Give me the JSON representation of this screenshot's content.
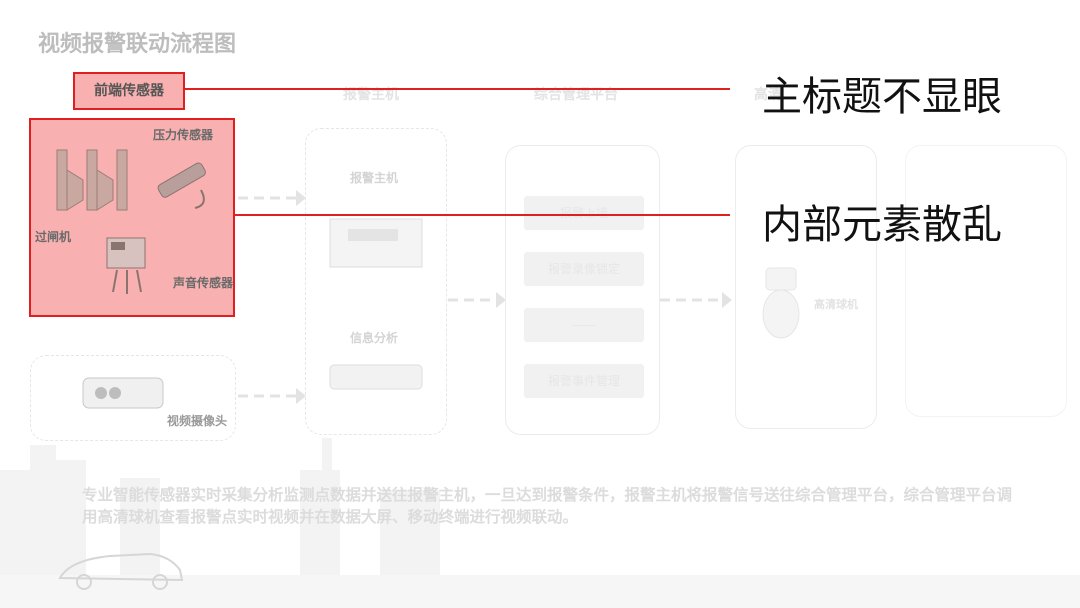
{
  "slide": {
    "title": "视频报警联动流程图"
  },
  "columns": {
    "frontend": "前端传感器",
    "alarm_host": "报警主机",
    "platform": "综合管理平台",
    "col4": "高清"
  },
  "frontend_sensors": {
    "pressure": "压力传感器",
    "gate": "过闸机",
    "sound": "声音传感器",
    "camera": "视频摄像头"
  },
  "alarm_host_panel": {
    "host_label": "报警主机",
    "analysis_label": "信息分析"
  },
  "platform_steps": [
    "报警上墙",
    "报警录像锁定",
    "——",
    "报警事件管理"
  ],
  "col4_panel": {
    "device_label": "高清球机"
  },
  "description": "专业智能传感器实时采集分析监测点数据并送往报警主机，一旦达到报警条件，报警主机将报警信号送往综合管理平台，综合管理平台调用高清球机查看报警点实时视频并在数据大屏、移动终端进行视频联动。",
  "annotations": {
    "callout_1": "主标题不显眼",
    "callout_2": "内部元素散乱"
  },
  "colors": {
    "highlight": "#e02020",
    "highlight_fill": "rgba(240,80,80,0.45)"
  }
}
